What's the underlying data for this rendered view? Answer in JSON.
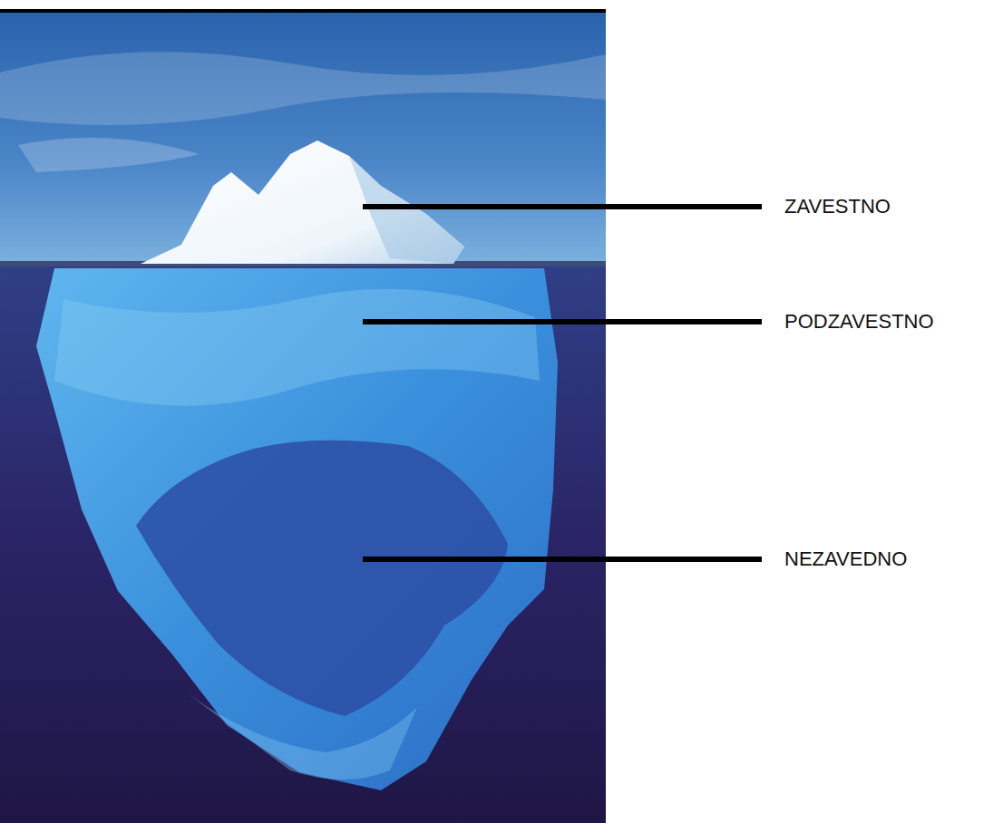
{
  "diagram": {
    "labels": [
      "ZAVESTNO",
      "PODZAVESTNO",
      "NEZAVEDNO"
    ]
  }
}
